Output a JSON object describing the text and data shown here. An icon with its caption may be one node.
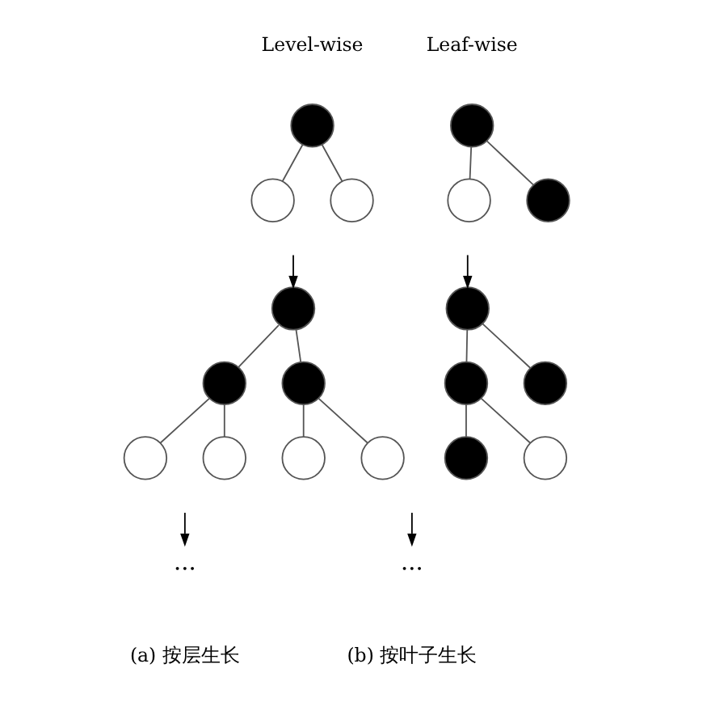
{
  "diagram": {
    "nodes": [
      {
        "text": [],
        "shape": "circle"
      },
      {
        "text": [],
        "shape": "circle"
      },
      {
        "text": [],
        "shape": "circle"
      },
      {
        "text": [],
        "shape": "circle"
      },
      {
        "text": [],
        "shape": "circle"
      },
      {
        "text": [],
        "shape": "circle"
      },
      {
        "text": [],
        "shape": "circle"
      },
      {
        "text": [],
        "shape": "circle"
      },
      {
        "text": [],
        "shape": "circle"
      },
      {
        "text": [],
        "shape": "circle"
      },
      {
        "text": [
          "···"
        ]
      },
      {
        "text": [],
        "shape": "circle"
      },
      {
        "text": [],
        "shape": "circle"
      },
      {
        "text": [],
        "shape": "circle"
      },
      {
        "text": [],
        "shape": "circle"
      },
      {
        "text": [],
        "shape": "circle"
      },
      {
        "text": [],
        "shape": "circle"
      },
      {
        "text": [],
        "shape": "circle"
      },
      {
        "text": [],
        "shape": "circle"
      },
      {
        "text": [
          "···"
        ]
      }
    ],
    "edges": [
      {
        "from": 0,
        "to": 1,
        "arrow": "none"
      },
      {
        "from": 0,
        "to": 2,
        "arrow": "none"
      },
      {
        "from": null,
        "to": 3,
        "arrow": "to"
      },
      {
        "from": 3,
        "to": 4,
        "arrow": "none"
      },
      {
        "from": 3,
        "to": 5,
        "arrow": "none"
      },
      {
        "from": 4,
        "to": 6,
        "arrow": "none"
      },
      {
        "from": 4,
        "to": 7,
        "arrow": "none"
      },
      {
        "from": 5,
        "to": 8,
        "arrow": "none"
      },
      {
        "from": 5,
        "to": 9,
        "arrow": "none"
      },
      {
        "from": null,
        "to": 10,
        "arrow": "to"
      },
      {
        "from": 11,
        "to": 12,
        "arrow": "none"
      },
      {
        "from": 11,
        "to": 13,
        "arrow": "none"
      },
      {
        "from": null,
        "to": 14,
        "arrow": "to"
      },
      {
        "from": 14,
        "to": 15,
        "arrow": "none"
      },
      {
        "from": 14,
        "to": 16,
        "arrow": "none"
      },
      {
        "from": 15,
        "to": 17,
        "arrow": "none"
      },
      {
        "from": 15,
        "to": 18,
        "arrow": "none"
      },
      {
        "from": null,
        "to": 19,
        "arrow": "to"
      }
    ],
    "labels": [
      "Level-wise",
      "Leaf-wise",
      "(a) 按层生长",
      "(b) 按叶子生长"
    ]
  }
}
